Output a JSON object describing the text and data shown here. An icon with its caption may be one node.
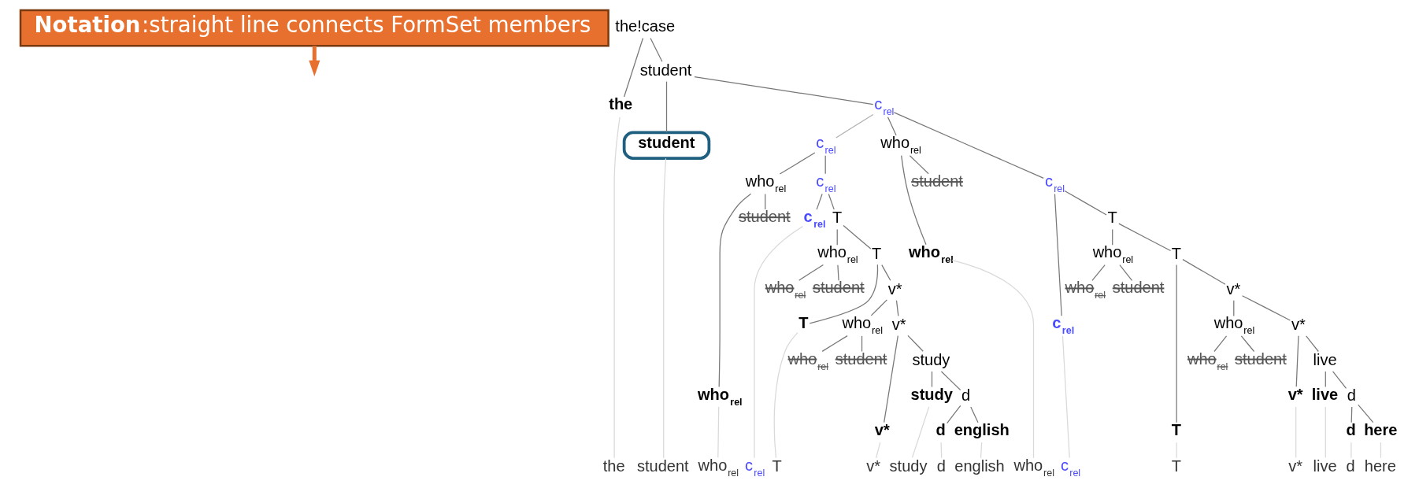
{
  "diagram": {
    "nodes": [
      {
        "text": [
          "**Notation**:straight line connects FormSet members"
        ]
      },
      {
        "text": [
          "the!case"
        ]
      },
      {
        "text": [
          "the"
        ]
      },
      {
        "text": [
          "student"
        ]
      },
      {
        "text": [
          "student"
        ]
      },
      {
        "text": [
          "c$_{rel}$"
        ]
      },
      {
        "text": [
          "who$_{rel}$"
        ]
      },
      {
        "text": [
          "c$_{rel}$"
        ]
      },
      {
        "text": [
          "who$_{rel}$"
        ]
      },
      {
        "text": [
          "student"
        ]
      },
      {
        "text": [
          "c$_{rel}$"
        ]
      },
      {
        "text": [
          "T"
        ]
      },
      {
        "text": [
          "who$_{rel}$"
        ]
      },
      {
        "text": [
          "T"
        ]
      },
      {
        "text": [
          "who$_{rel}$"
        ]
      },
      {
        "text": [
          "student"
        ]
      },
      {
        "text": [
          "T"
        ]
      },
      {
        "text": [
          "v*"
        ]
      },
      {
        "text": [
          "who$_{rel}$"
        ]
      },
      {
        "text": [
          "v*"
        ]
      },
      {
        "text": [
          "who$_{rel}$"
        ]
      },
      {
        "text": [
          "student"
        ]
      },
      {
        "text": [
          "v*"
        ]
      },
      {
        "text": [
          "live"
        ]
      },
      {
        "text": [
          "live"
        ]
      },
      {
        "text": [
          "d"
        ]
      },
      {
        "text": [
          "d"
        ]
      },
      {
        "text": [
          "here"
        ]
      },
      {
        "text": [
          "c$_{rel}$"
        ]
      },
      {
        "text": [
          "who$_{rel}$"
        ]
      },
      {
        "text": [
          "c$_{rel}$"
        ]
      },
      {
        "text": [
          "who$_{rel}$"
        ]
      },
      {
        "text": [
          "student"
        ]
      },
      {
        "text": [
          "c$_{rel}$"
        ]
      },
      {
        "text": [
          "T"
        ]
      },
      {
        "text": [
          "who$_{rel}$"
        ]
      },
      {
        "text": [
          "T"
        ]
      },
      {
        "text": [
          "who$_{rel}$"
        ]
      },
      {
        "text": [
          "student"
        ]
      },
      {
        "text": [
          "T"
        ]
      },
      {
        "text": [
          "v*"
        ]
      },
      {
        "text": [
          "who$_{rel}$"
        ]
      },
      {
        "text": [
          "v*"
        ]
      },
      {
        "text": [
          "who$_{rel}$"
        ]
      },
      {
        "text": [
          "student"
        ]
      },
      {
        "text": [
          "v*"
        ]
      },
      {
        "text": [
          "study"
        ]
      },
      {
        "text": [
          "study"
        ]
      },
      {
        "text": [
          "d"
        ]
      },
      {
        "text": [
          "d"
        ]
      },
      {
        "text": [
          "english"
        ]
      },
      {
        "text": [
          "the"
        ]
      },
      {
        "text": [
          "student"
        ]
      },
      {
        "text": [
          "who$_{rel}$"
        ]
      },
      {
        "text": [
          "c$_{rel}$"
        ]
      },
      {
        "text": [
          "T"
        ]
      },
      {
        "text": [
          "v*"
        ]
      },
      {
        "text": [
          "live"
        ]
      },
      {
        "text": [
          "d"
        ]
      },
      {
        "text": [
          "here"
        ]
      },
      {
        "text": [
          "who$_{rel}$"
        ]
      },
      {
        "text": [
          "c$_{rel}$"
        ]
      },
      {
        "text": [
          "T"
        ]
      },
      {
        "text": [
          "v*"
        ]
      },
      {
        "text": [
          "study"
        ]
      },
      {
        "text": [
          "d"
        ]
      },
      {
        "text": [
          "english"
        ]
      }
    ],
    "edges": [
      {
        "from": 0,
        "to": null,
        "arrow": "to",
        "style": "thick",
        "color": "#e8702f"
      },
      {
        "from": 1,
        "to": 2,
        "arrow": "none"
      },
      {
        "from": 1,
        "to": 3,
        "arrow": "none"
      },
      {
        "from": 3,
        "to": 4,
        "arrow": "none"
      },
      {
        "from": 3,
        "to": 5,
        "arrow": "none"
      },
      {
        "from": 5,
        "to": 28,
        "arrow": "none",
        "color": "#b0b0b0"
      },
      {
        "from": 5,
        "to": 6,
        "arrow": "none"
      },
      {
        "from": 5,
        "to": 7,
        "arrow": "none"
      },
      {
        "from": 6,
        "to": 8,
        "arrow": "none"
      },
      {
        "from": 6,
        "to": 9,
        "arrow": "none"
      },
      {
        "from": 7,
        "to": 10,
        "arrow": "none"
      },
      {
        "from": 7,
        "to": 11,
        "arrow": "none"
      },
      {
        "from": 11,
        "to": 12,
        "arrow": "none"
      },
      {
        "from": 11,
        "to": 13,
        "arrow": "none"
      },
      {
        "from": 12,
        "to": 14,
        "arrow": "none"
      },
      {
        "from": 12,
        "to": 15,
        "arrow": "none"
      },
      {
        "from": 13,
        "to": 16,
        "arrow": "none"
      },
      {
        "from": 13,
        "to": 17,
        "arrow": "none"
      },
      {
        "from": 17,
        "to": 18,
        "arrow": "none"
      },
      {
        "from": 17,
        "to": 19,
        "arrow": "none"
      },
      {
        "from": 18,
        "to": 20,
        "arrow": "none"
      },
      {
        "from": 18,
        "to": 21,
        "arrow": "none"
      },
      {
        "from": 19,
        "to": 22,
        "arrow": "none"
      },
      {
        "from": 19,
        "to": 23,
        "arrow": "none"
      },
      {
        "from": 23,
        "to": 24,
        "arrow": "none"
      },
      {
        "from": 23,
        "to": 25,
        "arrow": "none"
      },
      {
        "from": 25,
        "to": 26,
        "arrow": "none"
      },
      {
        "from": 25,
        "to": 27,
        "arrow": "none"
      },
      {
        "from": 28,
        "to": 29,
        "arrow": "none"
      },
      {
        "from": 28,
        "to": 30,
        "arrow": "none"
      },
      {
        "from": 29,
        "to": 31,
        "arrow": "none"
      },
      {
        "from": 29,
        "to": 32,
        "arrow": "none"
      },
      {
        "from": 30,
        "to": 33,
        "arrow": "none"
      },
      {
        "from": 30,
        "to": 34,
        "arrow": "none"
      },
      {
        "from": 34,
        "to": 35,
        "arrow": "none"
      },
      {
        "from": 34,
        "to": 36,
        "arrow": "none"
      },
      {
        "from": 35,
        "to": 37,
        "arrow": "none"
      },
      {
        "from": 35,
        "to": 38,
        "arrow": "none"
      },
      {
        "from": 36,
        "to": 39,
        "arrow": "none"
      },
      {
        "from": 36,
        "to": 40,
        "arrow": "none"
      },
      {
        "from": 40,
        "to": 41,
        "arrow": "none"
      },
      {
        "from": 40,
        "to": 42,
        "arrow": "none"
      },
      {
        "from": 41,
        "to": 43,
        "arrow": "none"
      },
      {
        "from": 41,
        "to": 44,
        "arrow": "none"
      },
      {
        "from": 42,
        "to": 45,
        "arrow": "none"
      },
      {
        "from": 42,
        "to": 46,
        "arrow": "none"
      },
      {
        "from": 46,
        "to": 47,
        "arrow": "none"
      },
      {
        "from": 46,
        "to": 48,
        "arrow": "none"
      },
      {
        "from": 48,
        "to": 49,
        "arrow": "none"
      },
      {
        "from": 48,
        "to": 50,
        "arrow": "none"
      },
      {
        "from": 2,
        "to": 51,
        "arrow": "none",
        "color": "#d9d9d9"
      },
      {
        "from": 4,
        "to": 52,
        "arrow": "none",
        "color": "#d9d9d9"
      },
      {
        "from": 8,
        "to": 53,
        "arrow": "none",
        "color": "#d9d9d9"
      },
      {
        "from": 10,
        "to": 54,
        "arrow": "none",
        "color": "#d9d9d9"
      },
      {
        "from": 16,
        "to": 55,
        "arrow": "none",
        "color": "#d9d9d9"
      },
      {
        "from": 22,
        "to": 56,
        "arrow": "none",
        "color": "#d9d9d9"
      },
      {
        "from": 24,
        "to": 57,
        "arrow": "none",
        "color": "#d9d9d9"
      },
      {
        "from": 26,
        "to": 58,
        "arrow": "none",
        "color": "#d9d9d9"
      },
      {
        "from": 27,
        "to": 59,
        "arrow": "none",
        "color": "#d9d9d9"
      },
      {
        "from": 31,
        "to": 60,
        "arrow": "none",
        "color": "#d9d9d9"
      },
      {
        "from": 33,
        "to": 61,
        "arrow": "none",
        "color": "#d9d9d9"
      },
      {
        "from": 39,
        "to": 62,
        "arrow": "none",
        "color": "#d9d9d9"
      },
      {
        "from": 45,
        "to": 63,
        "arrow": "none",
        "color": "#d9d9d9"
      },
      {
        "from": 47,
        "to": 64,
        "arrow": "none",
        "color": "#d9d9d9"
      },
      {
        "from": 49,
        "to": 65,
        "arrow": "none",
        "color": "#d9d9d9"
      },
      {
        "from": 50,
        "to": 66,
        "arrow": "none",
        "color": "#d9d9d9"
      }
    ]
  }
}
